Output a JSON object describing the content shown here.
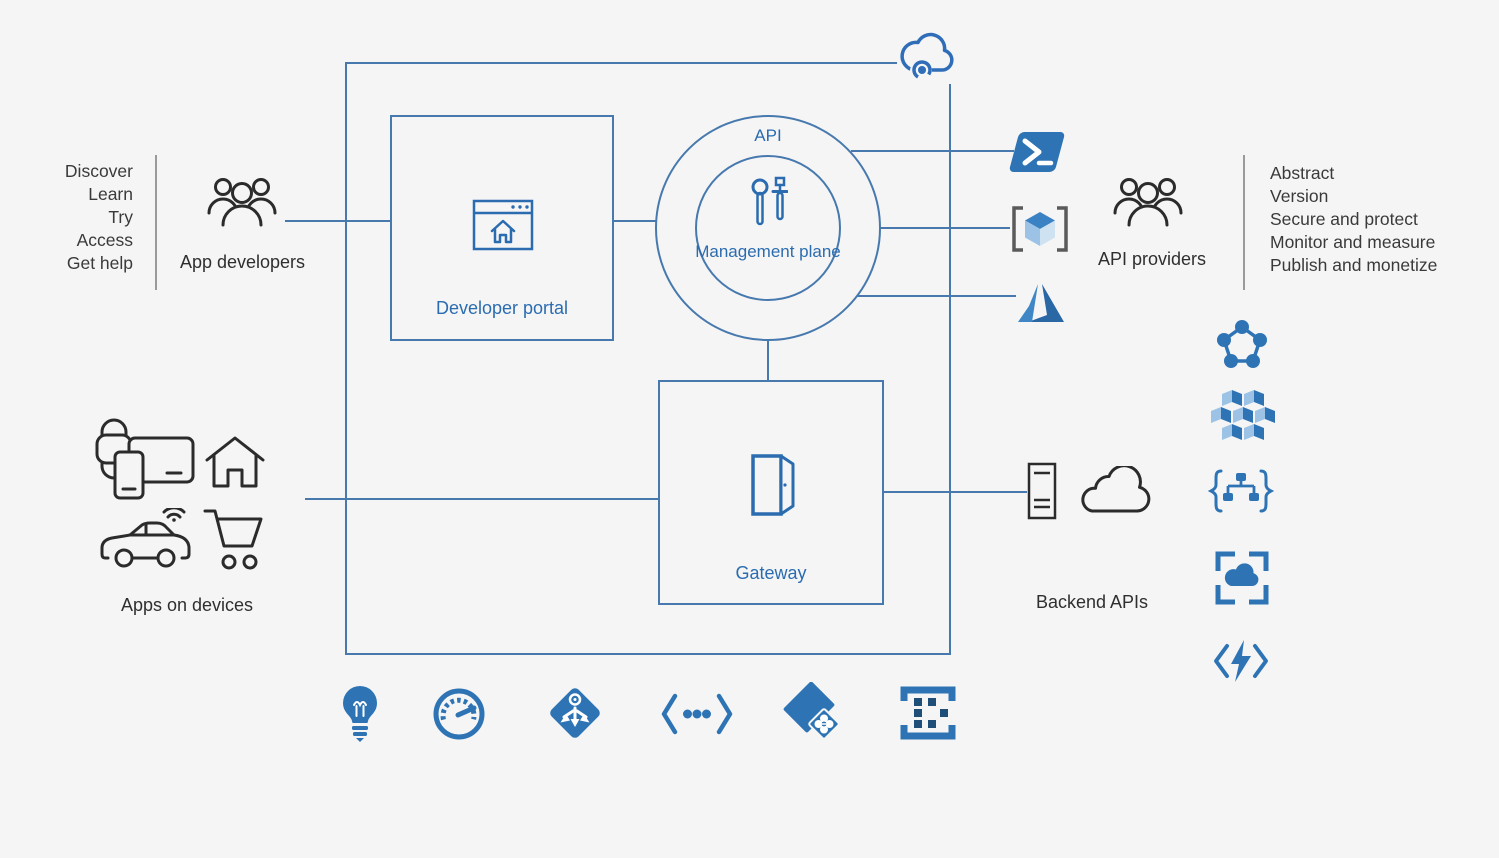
{
  "colors": {
    "background": "#f5f5f5",
    "line_blue": "#4779ae",
    "label_blue": "#2b6cb0",
    "icon_blue": "#2e74b5",
    "icon_blue_light": "#9cc3e5",
    "icon_dark": "#2b2b2b",
    "text_dark": "#333333"
  },
  "left": {
    "developer_actions": [
      "Discover",
      "Learn",
      "Try",
      "Access",
      "Get help"
    ],
    "app_developers_label": "App developers",
    "apps_on_devices_label": "Apps on devices"
  },
  "center": {
    "developer_portal_label": "Developer portal",
    "api_circle_label": "API",
    "management_plane_label": "Management plane",
    "gateway_label": "Gateway"
  },
  "right": {
    "api_providers_label": "API providers",
    "provider_actions": [
      "Abstract",
      "Version",
      "Secure and protect",
      "Monitor and measure",
      "Publish and monetize"
    ],
    "backend_apis_label": "Backend APIs"
  },
  "icons": {
    "cloud-sync-icon": "cloud with sync circle",
    "app-developers-icon": "three people outline",
    "devices-cluster-icon": "watch + phone + tablet outlines",
    "home-icon": "house outline",
    "connected-car-icon": "car with wifi waves",
    "shopping-cart-icon": "shopping cart outline",
    "developer-portal-icon": "browser window with home",
    "management-tools-icon": "wrench and screwdriver",
    "gateway-door-icon": "open door",
    "powershell-icon": "blue parallelogram with prompt",
    "sdk-cube-icon": "cube inside brackets",
    "azure-icon": "Azure A mark",
    "api-providers-icon": "three people outline",
    "server-icon": "server tower outline",
    "cloud-icon": "cloud outline",
    "cluster-icon": "pentagon of linked nodes",
    "containers-icon": "hex cluster of containers",
    "api-tree-icon": "braces with node tree",
    "service-environment-icon": "corner frame with cloud",
    "functions-icon": "lightning between angle brackets",
    "idea-icon": "lightbulb",
    "performance-icon": "gauge dial",
    "routing-icon": "diamond with split arrows",
    "code-icon": "angle brackets with dots",
    "policy-icon": "tilted book with emblem",
    "template-icon": "bracket frame with blocks"
  }
}
